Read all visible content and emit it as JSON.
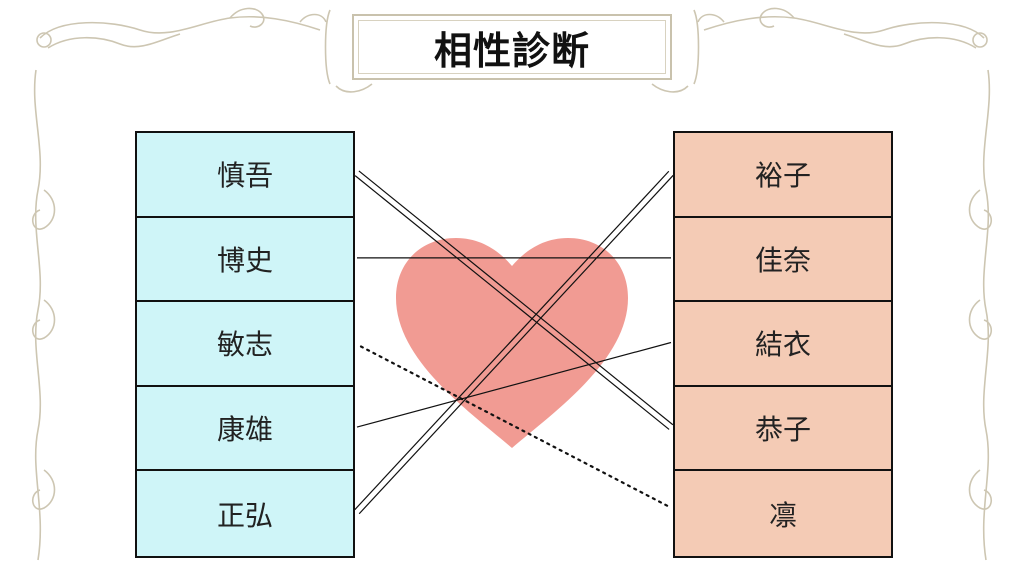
{
  "title": "相性診断",
  "left_names": [
    "慎吾",
    "博史",
    "敏志",
    "康雄",
    "正弘"
  ],
  "right_names": [
    "裕子",
    "佳奈",
    "結衣",
    "恭子",
    "凛"
  ],
  "colors": {
    "left_fill": "#cff5f8",
    "right_fill": "#f4cbb5",
    "heart": "#f19b93",
    "frame": "#c9c2ad",
    "line": "#111111"
  },
  "connections": [
    {
      "from": "慎吾",
      "to": "恭子",
      "style": "double"
    },
    {
      "from": "博史",
      "to": "佳奈",
      "style": "single"
    },
    {
      "from": "敏志",
      "to": "凛",
      "style": "dotted"
    },
    {
      "from": "康雄",
      "to": "結衣",
      "style": "single"
    },
    {
      "from": "正弘",
      "to": "裕子",
      "style": "double"
    }
  ]
}
